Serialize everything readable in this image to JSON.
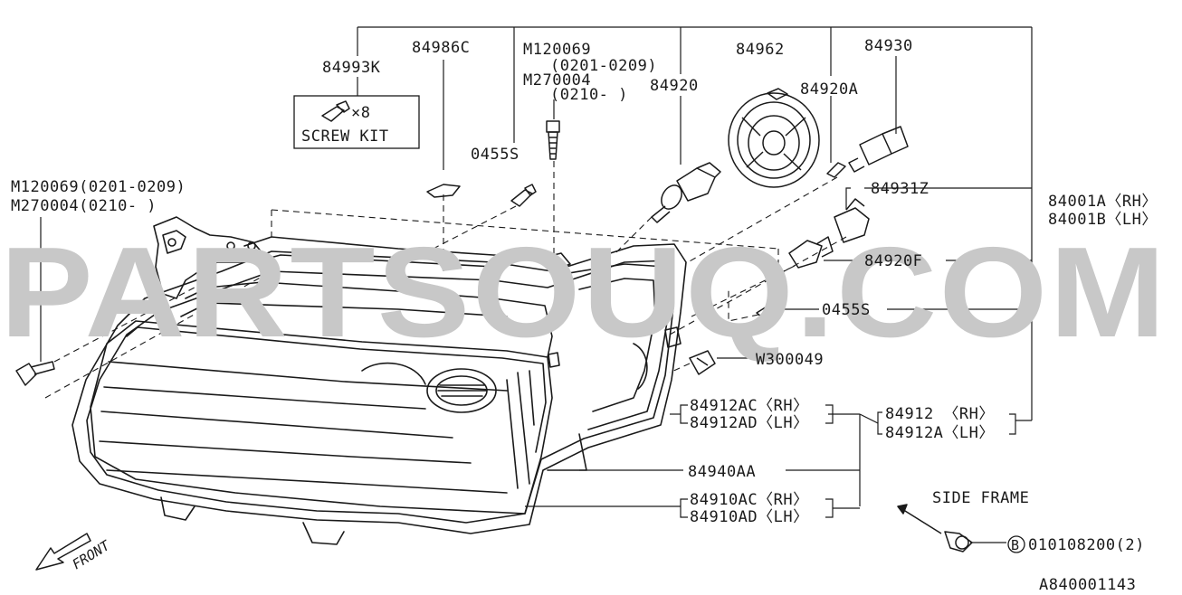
{
  "watermark": "PARTSOUQ.COM",
  "diagram_code": "A840001143",
  "front_label": "FRONT",
  "side_frame_label": "SIDE FRAME",
  "screw_kit": {
    "part_no": "84993K",
    "qty": "×8",
    "title": "SCREW KIT"
  },
  "parts": {
    "p84986c": "84986C",
    "p_m120069_top": "M120069",
    "p_m120069_top_range": "(0201-0209)",
    "p_m270004_top": "M270004",
    "p_m270004_top_range": "(0210-  )",
    "p84920": "84920",
    "p84962": "84962",
    "p84920a": "84920A",
    "p84930": "84930",
    "p0455s_top": "0455S",
    "p_m120069_left": "M120069(0201-0209)",
    "p_m270004_left": "M270004(0210-     )",
    "p84931z": "84931Z",
    "p84001a": "84001A〈RH〉",
    "p84001b": "84001B〈LH〉",
    "p84920f": "84920F",
    "p0455s_right": "0455S",
    "pw300049": "W300049",
    "p84912ac": "84912AC〈RH〉",
    "p84912ad": "84912AD〈LH〉",
    "p84912": "84912 〈RH〉",
    "p84912a": "84912A〈LH〉",
    "p84940aa": "84940AA",
    "p84910ac": "84910AC〈RH〉",
    "p84910ad": "84910AD〈LH〉",
    "bolt_marker": "B",
    "bolt_code": "010108200(2)"
  }
}
